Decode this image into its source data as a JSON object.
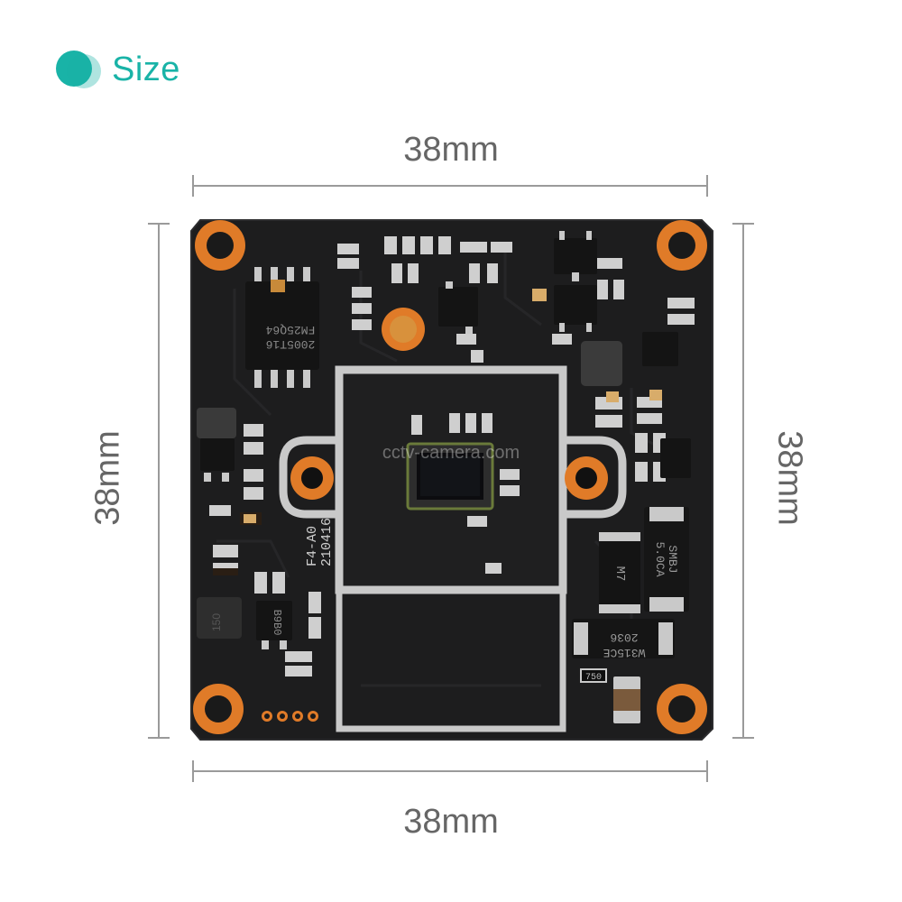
{
  "header": {
    "title": "Size"
  },
  "dimensions": {
    "top": "38mm",
    "bottom": "38mm",
    "left": "38mm",
    "right": "38mm"
  },
  "board_marks": {
    "chip1_line1": "FM25Q64",
    "chip1_line2": "2005T16",
    "pcb_version": "F4-A0",
    "pcb_date": "210416",
    "chip_b9": "B9B0",
    "diode": "M7",
    "regulator_line1": "W315CE",
    "regulator_line2": "2036",
    "smbj_line1": "SMBJ",
    "smbj_line2": "5.0CA",
    "resistor": "750",
    "watermark": "cctv-camera.com"
  },
  "colors": {
    "accent": "#19b3a7",
    "pcb": "#1e1e1f",
    "pad": "#e07b28",
    "dimension": "#666666"
  }
}
